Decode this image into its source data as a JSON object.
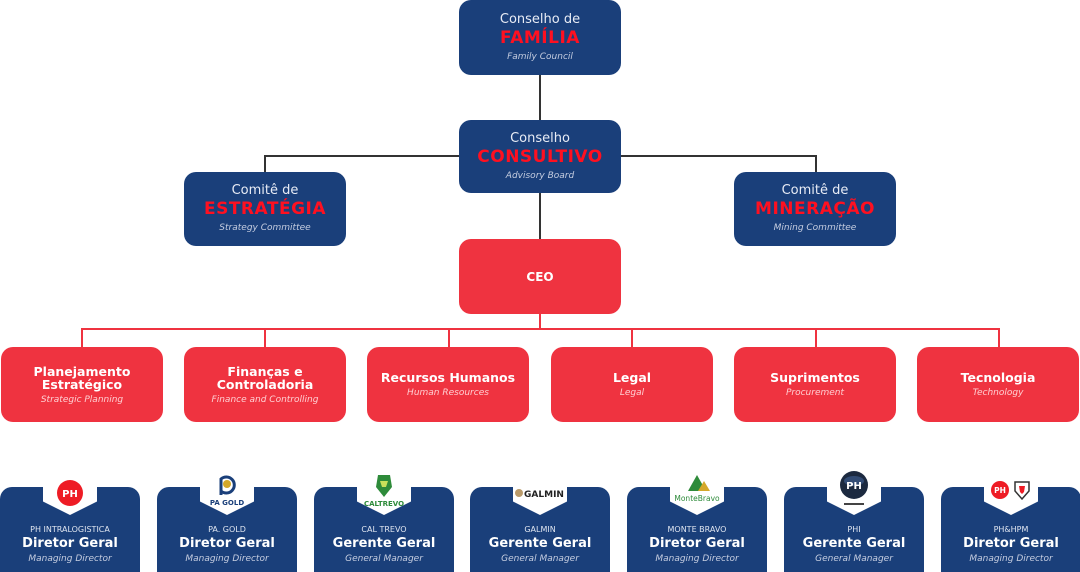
{
  "colors": {
    "navy": "#1a3f7a",
    "red": "#ef3340",
    "accent_text": "#ff1020"
  },
  "family_council": {
    "line1": "Conselho de",
    "line2": "FAMÍLIA",
    "line3": "Family Council"
  },
  "advisory_board": {
    "line1": "Conselho",
    "line2": "CONSULTIVO",
    "line3": "Advisory Board"
  },
  "strategy_committee": {
    "line1": "Comitê de",
    "line2": "ESTRATÉGIA",
    "line3": "Strategy Committee"
  },
  "mining_committee": {
    "line1": "Comitê de",
    "line2": "MINERAÇÃO",
    "line3": "Mining Committee"
  },
  "ceo": {
    "label": "CEO"
  },
  "departments": [
    {
      "title": "Planejamento Estratégico",
      "subtitle": "Strategic Planning"
    },
    {
      "title": "Finanças e Controladoria",
      "subtitle": "Finance and Controlling"
    },
    {
      "title": "Recursos Humanos",
      "subtitle": "Human Resources"
    },
    {
      "title": "Legal",
      "subtitle": "Legal"
    },
    {
      "title": "Suprimentos",
      "subtitle": "Procurement"
    },
    {
      "title": "Tecnologia",
      "subtitle": "Technology"
    }
  ],
  "companies": [
    {
      "name": "PH INTRALOGISTICA",
      "role": "Diretor Geral",
      "role_en": "Managing Director",
      "logo_text": "PH",
      "logo_icon": "ph-logo-icon"
    },
    {
      "name": "PA. GOLD",
      "role": "Diretor Geral",
      "role_en": "Managing Director",
      "logo_text": "PA GOLD",
      "logo_icon": "pa-gold-logo-icon"
    },
    {
      "name": "CAL TREVO",
      "role": "Gerente Geral",
      "role_en": "General Manager",
      "logo_text": "CALTREVO",
      "logo_icon": "cal-trevo-logo-icon"
    },
    {
      "name": "GALMIN",
      "role": "Gerente Geral",
      "role_en": "General Manager",
      "logo_text": "GALMIN",
      "logo_icon": "galmin-logo-icon"
    },
    {
      "name": "MONTE BRAVO",
      "role": "Diretor Geral",
      "role_en": "Managing Director",
      "logo_text": "MonteBravo",
      "logo_icon": "monte-bravo-logo-icon"
    },
    {
      "name": "PHI",
      "role": "Gerente Geral",
      "role_en": "General Manager",
      "logo_text": "PH",
      "logo_icon": "phi-logo-icon"
    },
    {
      "name": "PH&HPM",
      "role": "Diretor Geral",
      "role_en": "Managing Director",
      "logo_text": "PH",
      "logo_icon": "ph-hpm-logo-icon"
    }
  ]
}
